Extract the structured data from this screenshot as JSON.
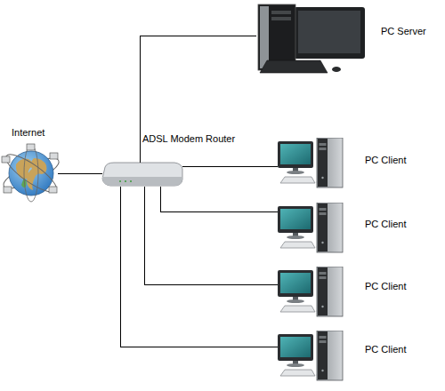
{
  "diagram": {
    "nodes": [
      {
        "text": [
          "Internet"
        ]
      },
      {
        "text": [
          "ADSL Modem Router"
        ]
      },
      {
        "text": [
          "PC Server"
        ]
      },
      {
        "text": [
          "PC Client"
        ]
      },
      {
        "text": [
          "PC Client"
        ]
      },
      {
        "text": [
          "PC Client"
        ]
      },
      {
        "text": [
          "PC Client"
        ]
      }
    ],
    "edges": [
      {
        "from": 0,
        "to": 1,
        "arrow": "none"
      },
      {
        "from": 1,
        "to": 2,
        "arrow": "none"
      },
      {
        "from": 1,
        "to": 3,
        "arrow": "none"
      },
      {
        "from": 1,
        "to": 4,
        "arrow": "none"
      },
      {
        "from": 1,
        "to": 5,
        "arrow": "none"
      },
      {
        "from": 1,
        "to": 6,
        "arrow": "none"
      }
    ]
  }
}
